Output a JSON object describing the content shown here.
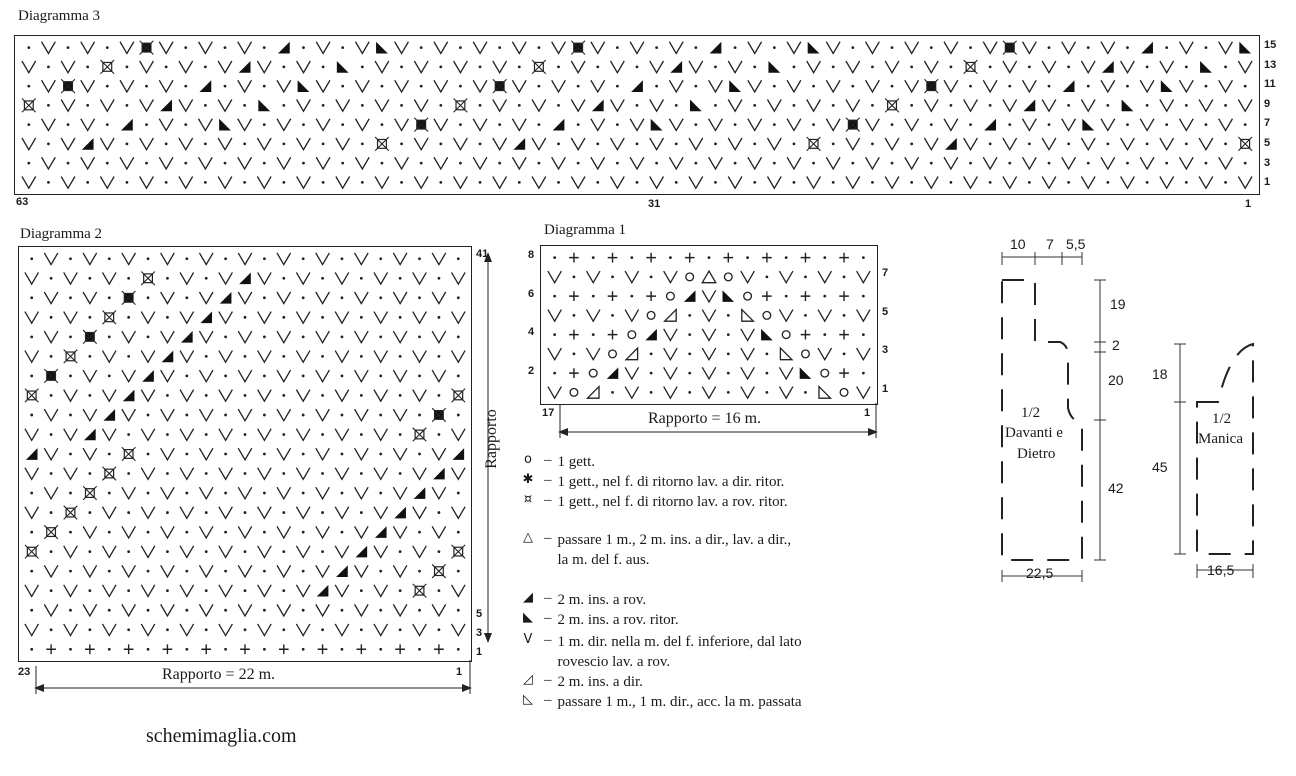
{
  "diagram3": {
    "title": "Diagramma 3",
    "row_numbers": [
      "15",
      "13",
      "11",
      "9",
      "7",
      "5",
      "3",
      "1"
    ],
    "col_labels": {
      "left": "63",
      "mid": "31",
      "right": "1"
    }
  },
  "diagram2": {
    "title": "Diagramma 2",
    "top_row_number": "41",
    "bottom_row_numbers": [
      "5",
      "3",
      "1"
    ],
    "col_labels": {
      "left": "23",
      "right": "1"
    },
    "rapporto_side": "Rapporto",
    "rapporto_bottom": "Rapporto = 22 m."
  },
  "diagram1": {
    "title": "Diagramma 1",
    "left_numbers": [
      "8",
      "6",
      "4",
      "2"
    ],
    "right_numbers": [
      "7",
      "5",
      "3",
      "1"
    ],
    "col_labels": {
      "left": "17",
      "right": "1"
    },
    "rapporto_bottom": "Rapporto = 16 m.",
    "rows": [
      "·+·+·+·+·+·+·+·+·",
      "V·V·V·VO△OV·V·V·V",
      "·+·+·+O◢V◣O+·+·+·",
      "V·V·VO◿·V·◺OV·V·V",
      "·+·+O◢V·V·V◣O+·+·",
      "V·VO◿·V·V·V·◺OV·V",
      "·+O◢V·V·V·V·V◣O+·",
      "VO◿·V·V·V·V·V·◺OV"
    ]
  },
  "legend": [
    {
      "icon": "circle-icon",
      "symbol": "o",
      "text": "1 gett."
    },
    {
      "icon": "filled-star-icon",
      "symbol": "✱",
      "text": "1 gett., nel f. di ritorno lav. a dir. ritor."
    },
    {
      "icon": "open-star-icon",
      "symbol": "¤",
      "text": "1 gett., nel f. di ritorno lav. a rov. ritor."
    },
    {
      "icon": "triangle-icon",
      "symbol": "△",
      "text": "passare 1 m., 2 m. ins. a dir., lav. a dir.,",
      "text2": "la m. del f. aus."
    },
    {
      "icon": "filled-right-triangle-icon",
      "symbol": "◢",
      "text": "2 m. ins. a rov."
    },
    {
      "icon": "filled-left-triangle-icon",
      "symbol": "◣",
      "text": "2 m. ins. a rov. ritor."
    },
    {
      "icon": "v-stitch-icon",
      "symbol": "V",
      "text": "1 m. dir. nella m. del f. inferiore, dal lato",
      "text2": "rovescio lav. a rov."
    },
    {
      "icon": "outline-right-triangle-icon",
      "symbol": "◿",
      "text": "2 m. ins. a dir."
    },
    {
      "icon": "outline-left-triangle-icon",
      "symbol": "◺",
      "text": "passare 1 m., 1 m. dir., acc. la m. passata"
    }
  ],
  "schematic_front": {
    "top_dims": [
      "10",
      "7",
      "5,5"
    ],
    "side_dims": [
      "19",
      "2",
      "20",
      "42"
    ],
    "bottom_dim": "22,5",
    "label_1": "1/2",
    "label_2": "Davanti e",
    "label_3": "Dietro"
  },
  "schematic_sleeve": {
    "side_dims": [
      "18",
      "45"
    ],
    "bottom_dim": "16,5",
    "label_1": "1/2",
    "label_2": "Manica"
  },
  "watermark": "schemimaglia.com"
}
